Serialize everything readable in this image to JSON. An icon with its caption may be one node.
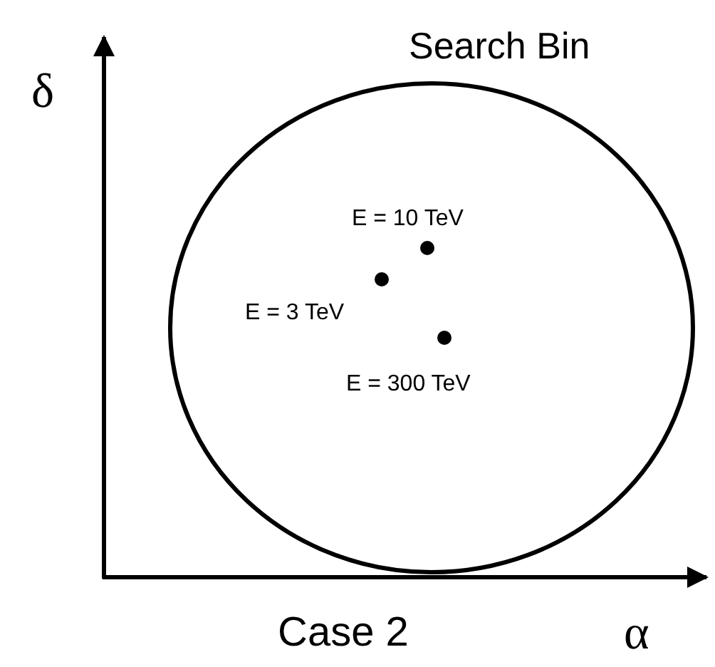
{
  "diagram": {
    "caption": "Case 2",
    "nodes": [
      {
        "text": [
          "Search Bin"
        ]
      },
      {
        "text": [],
        "shape": "circle",
        "in": 0,
        "beside": [
          "E = 10 TeV"
        ]
      },
      {
        "text": [],
        "shape": "circle",
        "in": 0,
        "beside": [
          "E = 3 TeV"
        ]
      },
      {
        "text": [],
        "shape": "circle",
        "in": 0,
        "beside": [
          "E = 300 TeV"
        ]
      }
    ],
    "edges": [],
    "labels": [
      "δ",
      "α"
    ]
  }
}
